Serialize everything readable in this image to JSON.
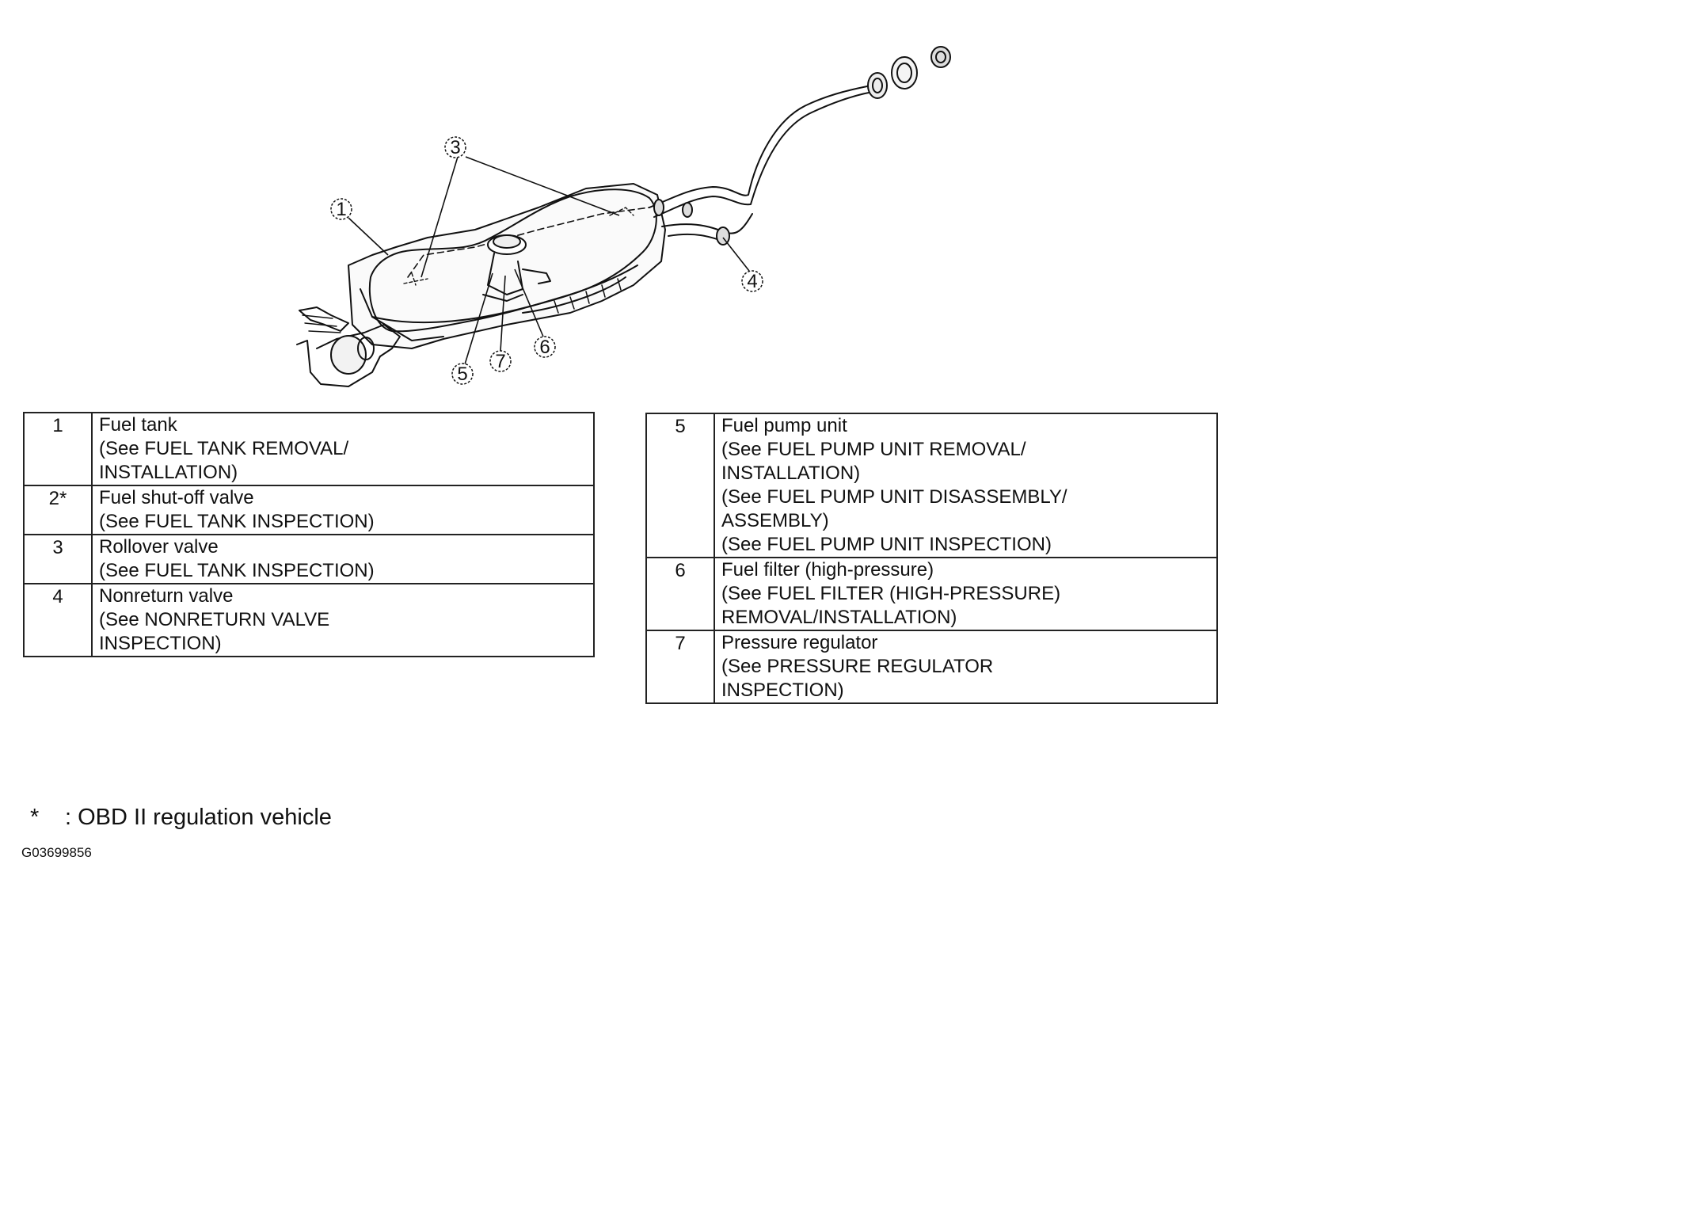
{
  "callouts": [
    "1",
    "3",
    "4",
    "5",
    "7",
    "6"
  ],
  "legend_left": [
    {
      "num": "1",
      "lines": [
        "Fuel tank",
        "(See  FUEL TANK REMOVAL/",
        "INSTALLATION)"
      ]
    },
    {
      "num": "2*",
      "lines": [
        "Fuel shut-off valve",
        "(See FUEL TANK INSPECTION)"
      ]
    },
    {
      "num": "3",
      "lines": [
        "Rollover valve",
        "(See FUEL TANK INSPECTION)"
      ]
    },
    {
      "num": "4",
      "lines": [
        "Nonreturn valve",
        "(See  NONRETURN VALVE",
        "INSPECTION)"
      ]
    }
  ],
  "legend_right": [
    {
      "num": "5",
      "lines": [
        "Fuel pump unit",
        "(See  FUEL PUMP UNIT REMOVAL/",
        "INSTALLATION)",
        "(See  FUEL PUMP UNIT DISASSEMBLY/",
        "ASSEMBLY)",
        "(See  FUEL PUMP UNIT INSPECTION)"
      ]
    },
    {
      "num": "6",
      "lines": [
        "Fuel filter (high-pressure)",
        "(See  FUEL FILTER (HIGH-PRESSURE)",
        "REMOVAL/INSTALLATION)"
      ]
    },
    {
      "num": "7",
      "lines": [
        "Pressure regulator",
        "(See  PRESSURE REGULATOR",
        "INSPECTION)"
      ]
    }
  ],
  "footnote": {
    "symbol": "*",
    "text": ": OBD II regulation vehicle"
  },
  "figure_id": "G03699856"
}
